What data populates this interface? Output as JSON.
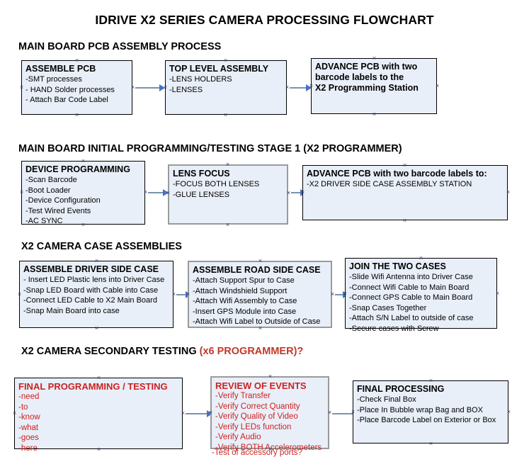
{
  "document": {
    "title": "IDRIVE X2  SERIES CAMERA PROCESSING FLOWCHART"
  },
  "sections": [
    {
      "id": "main-board-pcb-assembly-process",
      "header": "MAIN BOARD PCB ASSEMBLY PROCESS",
      "header_red_suffix": "",
      "nodes": [
        {
          "id": "assemble-pcb",
          "title": "ASSEMBLE PCB",
          "lines": [
            "-SMT processes",
            "- HAND Solder processes",
            "- Attach Bar Code Label"
          ]
        },
        {
          "id": "top-level-assembly",
          "title": "TOP LEVEL ASSEMBLY",
          "lines": [
            "-LENS HOLDERS",
            "-LENSES"
          ]
        },
        {
          "id": "advance-pcb-x2-programming-station",
          "title": "ADVANCE PCB with two",
          "lines": [
            "barcode labels to the",
            " X2 Programming Station"
          ]
        }
      ]
    },
    {
      "id": "main-board-initial-programming-testing-stage-1",
      "header": "MAIN BOARD INITIAL PROGRAMMING/TESTING STAGE 1 (X2 PROGRAMMER)",
      "header_red_suffix": "",
      "nodes": [
        {
          "id": "device-programming",
          "title": "DEVICE PROGRAMMING",
          "lines": [
            "-Scan Barcode",
            "-Boot Loader",
            "-Device Configuration",
            "-Test Wired Events",
            "-AC SYNC"
          ]
        },
        {
          "id": "lens-focus",
          "title": "LENS FOCUS",
          "lines": [
            "-FOCUS BOTH LENSES",
            "-GLUE LENSES"
          ]
        },
        {
          "id": "advance-pcb-driver-side-case",
          "title": "ADVANCE PCB with two barcode labels to:",
          "lines": [
            "-X2 DRIVER  SIDE  CASE  ASSEMBLY STATION"
          ]
        }
      ]
    },
    {
      "id": "x2-camera-case-assemblies",
      "header": "X2 CAMERA CASE ASSEMBLIES",
      "header_red_suffix": "",
      "nodes": [
        {
          "id": "assemble-driver-side-case",
          "title": "ASSEMBLE DRIVER SIDE CASE",
          "lines": [
            "- Insert LED Plastic lens into Driver Case",
            "-Snap LED Board with Cable into Case",
            "-Connect LED Cable to X2 Main Board",
            "-Snap Main Board into case"
          ]
        },
        {
          "id": "assemble-road-side-case",
          "title": "ASSEMBLE ROAD SIDE CASE",
          "lines": [
            "-Attach Support Spur to Case",
            "-Attach Windshield Support",
            "-Attach Wifi Assembly to Case",
            "-Insert GPS Module into Case",
            "-Attach Wifi Label to Outside of Case"
          ]
        },
        {
          "id": "join-the-two-cases",
          "title": "JOIN THE TWO CASES",
          "lines": [
            "-Slide Wifi Antenna into Driver Case",
            "-Connect Wifi Cable to Main Board",
            "-Connect GPS Cable to Main Board",
            "-Snap Cases Together",
            "-Attach S/N Label to outside of case",
            "-Secure cases with Screw"
          ]
        }
      ]
    },
    {
      "id": "x2-camera-secondary-testing",
      "header": "X2 CAMERA SECONDARY TESTING ",
      "header_red_suffix": "(x6 PROGRAMMER)?",
      "nodes": [
        {
          "id": "final-programming-testing",
          "title": "FINAL PROGRAMMING / TESTING",
          "lines": [
            "-need",
            "-to",
            "-know",
            "-what",
            "-goes",
            "-here"
          ]
        },
        {
          "id": "review-of-events",
          "title": "REVIEW OF EVENTS",
          "lines": [
            "-Verify Transfer",
            "-Verify Correct Quantity",
            "-Verify Quality of Video",
            "-Verify LEDs function",
            "-Verify Audio",
            "-Verify BOTH Accelerometers"
          ],
          "overflow_line": "-Test of accessory ports?"
        },
        {
          "id": "final-processing",
          "title": "FINAL PROCESSING",
          "lines": [
            " -Check Final Box",
            "-Place In Bubble wrap Bag and BOX",
            "-Place Barcode Label on Exterior or Box"
          ]
        }
      ]
    }
  ],
  "colors": {
    "node_fill": "#e9eff8",
    "node_border": "#000000",
    "node_border_gray": "#9a9a9a",
    "red_text": "#cc2222",
    "connector": "#7a93ad",
    "arrow": "#4472c4"
  }
}
